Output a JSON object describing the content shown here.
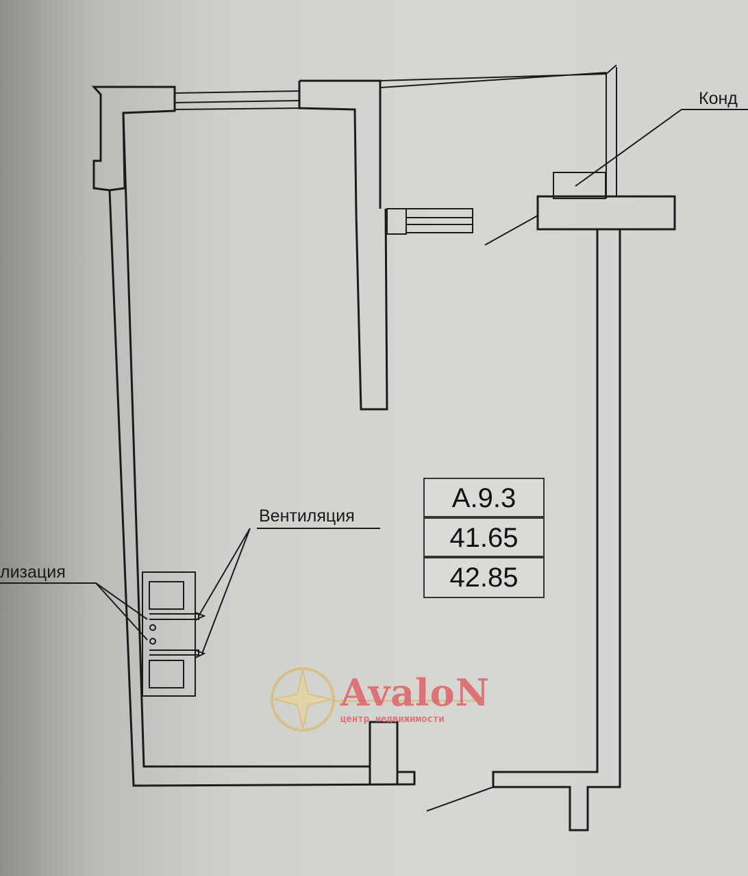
{
  "labels": {
    "conditioner": "Конд",
    "ventilation": "Вентиляция",
    "sewerage": "лизация"
  },
  "unit_table": {
    "unit_id": "А.9.3",
    "area_1": "41.65",
    "area_2": "42.85"
  },
  "watermark": {
    "brand": "AvaloN",
    "tagline": "центр недвижимости",
    "colors": {
      "text": "#de6068",
      "emblem": "#d9bd7c"
    }
  }
}
